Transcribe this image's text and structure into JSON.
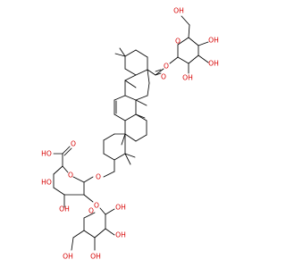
{
  "colors": {
    "background": "#ffffff",
    "bond": "#000000",
    "heteroatom_oxygen": "#d60000",
    "carbon_label": "#000000"
  },
  "labels": {
    "oh_top_sugar_ch2oh": "OH",
    "o_top_sugar_ring": "O",
    "oh_top_sugar_c4": "OH",
    "oh_top_sugar_c3": "OH",
    "o_ester_link": "O",
    "oh_top_sugar_c2": "OH",
    "o_ester_carbonyl": "O",
    "o_glycoside_link": "O",
    "o_carboxyl_carbonyl": "O",
    "ho_carboxyl": "HO",
    "o_glucuronide_ring": "O",
    "ho_glucuronide_c4": "HO",
    "oh_glucuronide_c3": "OH",
    "o_glucuronide_c2_link": "O",
    "oh_outer_sugar_c2": "OH",
    "oh_outer_sugar_c3": "OH",
    "oh_outer_sugar_c4": "OH",
    "o_outer_sugar_ring": "O",
    "oh_outer_sugar_ch2oh": "OH"
  }
}
